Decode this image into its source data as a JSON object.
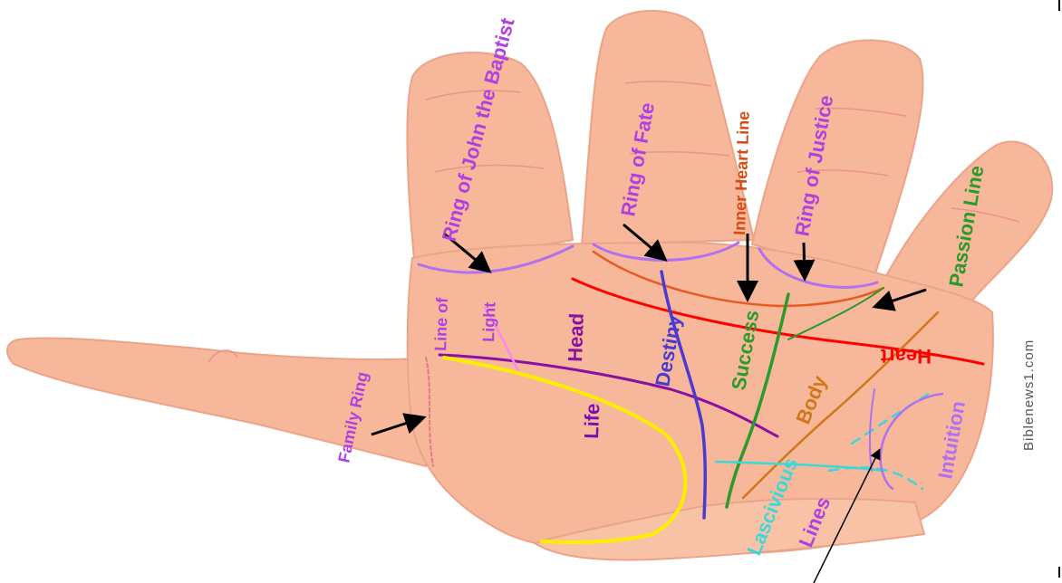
{
  "labels": {
    "ring_john": "Ring of John the Baptist",
    "ring_fate": "Ring of Fate",
    "inner_heart": "Inner Heart Line",
    "ring_justice": "Ring of Justice",
    "passion": "Passion Line",
    "line_of_light_1": "Line of",
    "line_of_light_2": "Light",
    "head": "Head",
    "destiny": "Destiny",
    "success": "Success",
    "heart": "Heart",
    "body": "Body",
    "life": "Life",
    "family_ring": "Family Ring",
    "lascivious_1": "Lascivious",
    "lascivious_2": "Lines",
    "intuition": "Intuition"
  },
  "watermark": "Biblenews1.com",
  "colors": {
    "skin": "#f6b79a",
    "skin_edge": "#e59f85",
    "ring_purple": "#b070f0",
    "heart_red": "#ff0000",
    "head_purple": "#8a10a0",
    "destiny_blue": "#4a3ad0",
    "success_green": "#2a9a2a",
    "body_orange": "#d07818",
    "life_yellow": "#ffee00",
    "lascivious_cyan": "#3cd8d8",
    "inner_heart_orange": "#e85a20",
    "label_purple": "#b040e0",
    "label_orange": "#d84a10",
    "arrow": "#000000"
  }
}
